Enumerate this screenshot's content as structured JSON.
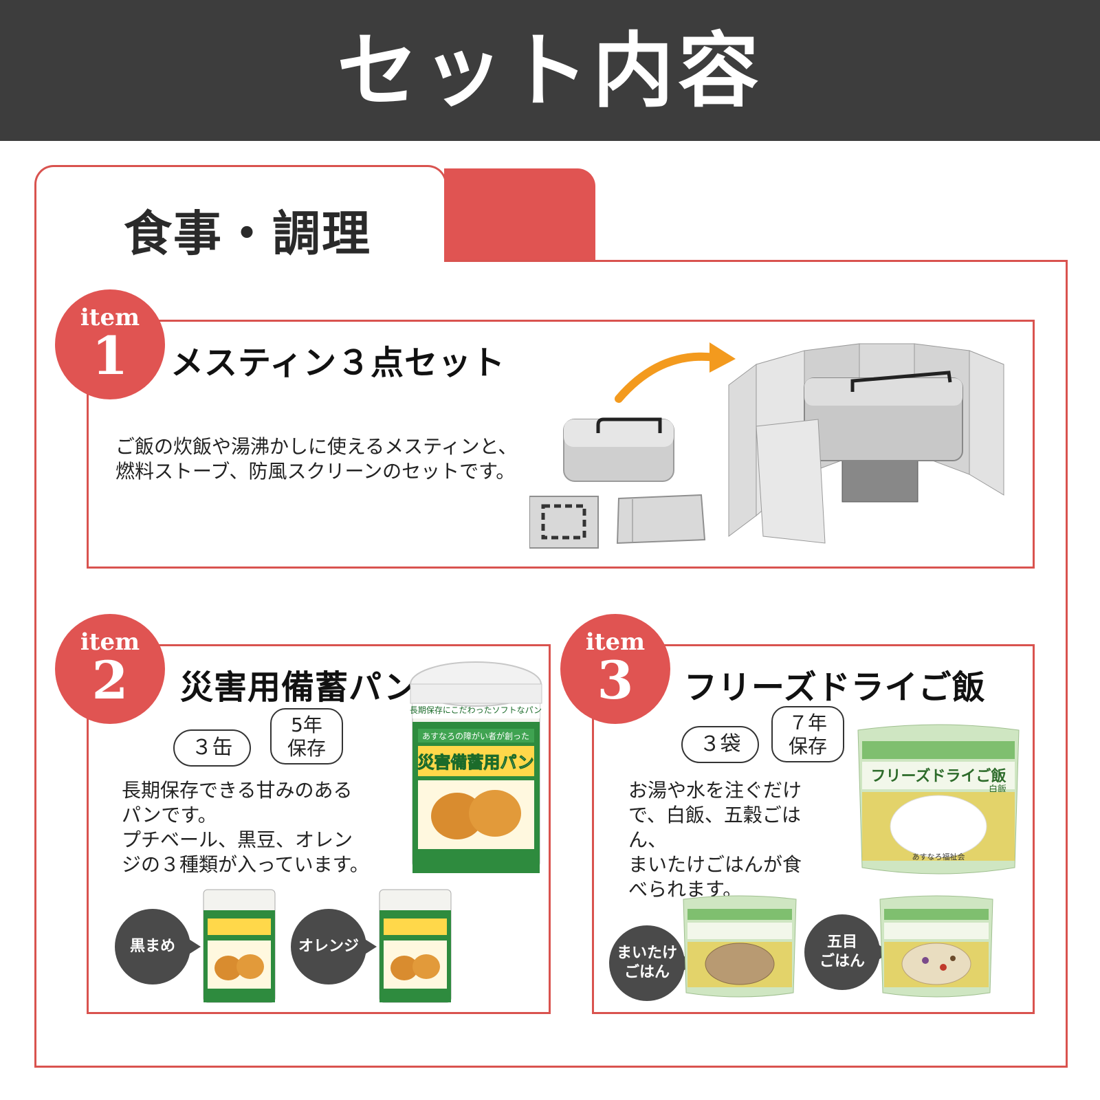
{
  "header": {
    "title": "セット内容"
  },
  "section": {
    "title": "食事・調理"
  },
  "items": [
    {
      "badge_label": "item",
      "badge_number": "1",
      "title": "メスティン３点セット",
      "description": "ご飯の炊飯や湯沸かしに使えるメスティンと、燃料ストーブ、防風スクリーンのセットです。"
    },
    {
      "badge_label": "item",
      "badge_number": "2",
      "title": "災害用備蓄パン",
      "tag_count": "３缶",
      "tag_storage_line1": "5年",
      "tag_storage_line2": "保存",
      "description_line1": "長期保存できる甘みのある",
      "description_line2": "パンです。",
      "description_line3": "プチベール、黒豆、オレン",
      "description_line4": "ジの３種類が入っています。",
      "variant_1": "黒まめ",
      "variant_2": "オレンジ",
      "can_top_text": "長期保存にこだわったソフトなパン",
      "can_sub_text": "あすなろの障がい者が創った",
      "can_main_text": "災害備蓄用パン"
    },
    {
      "badge_label": "item",
      "badge_number": "3",
      "title": "フリーズドライご飯",
      "tag_count": "３袋",
      "tag_storage_line1": "７年",
      "tag_storage_line2": "保存",
      "description_line1": "お湯や水を注ぐだけ",
      "description_line2": "で、白飯、五穀ごはん、",
      "description_line3": "まいたけごはんが食",
      "description_line4": "べられます。",
      "variant_1_line1": "まいたけ",
      "variant_1_line2": "ごはん",
      "variant_2_line1": "五目",
      "variant_2_line2": "ごはん",
      "pack_text": "フリーズドライご飯",
      "pack_sub": "白飯",
      "pack_maker": "あすなろ福祉会"
    }
  ],
  "colors": {
    "accent": "#e05452",
    "header_bg": "#3d3d3d",
    "arrow": "#f39a1e",
    "can_green": "#2e8b3e"
  }
}
